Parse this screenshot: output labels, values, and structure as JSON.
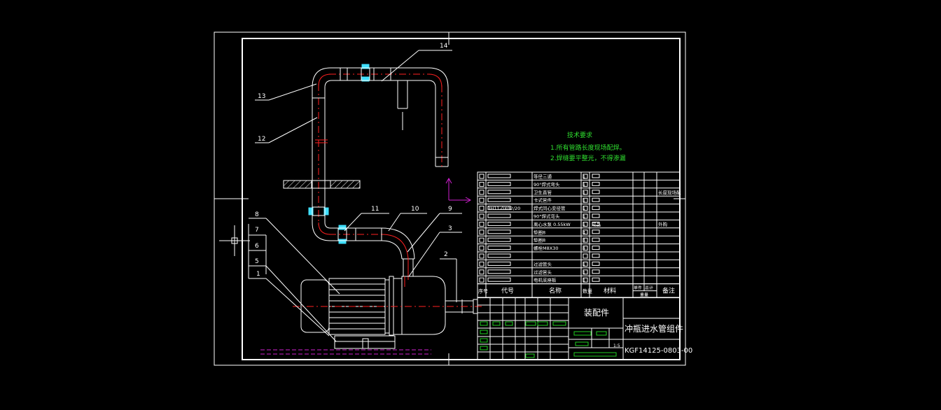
{
  "leader_labels": [
    "1",
    "2",
    "3",
    "5",
    "6",
    "7",
    "8",
    "9",
    "10",
    "11",
    "12",
    "13",
    "14"
  ],
  "tech_requirements": {
    "heading": "技术要求",
    "lines": [
      "1.所有管路长度现场配焊。",
      "2.焊缝要平整光，不得渗漏"
    ]
  },
  "bom": {
    "rows": [
      {
        "code": "",
        "name": "等径三通",
        "qty": "1",
        "material": "",
        "note": ""
      },
      {
        "code": "",
        "name": "90°焊式弯头",
        "qty": "1",
        "material": "",
        "note": ""
      },
      {
        "code": "",
        "name": "卫生直管",
        "qty": "1",
        "material": "",
        "note": "长度现场配"
      },
      {
        "code": "",
        "name": "卡式管件",
        "qty": "1",
        "material": "",
        "note": ""
      },
      {
        "code": "BH11-0X02/20",
        "name": "焊式同心变径管",
        "qty": "1",
        "material": "",
        "note": ""
      },
      {
        "code": "",
        "name": "90°焊式弯头",
        "qty": "1",
        "material": "",
        "note": ""
      },
      {
        "code": "",
        "name": "离心水泵 0.55kW",
        "qty": "1",
        "material": "成品",
        "note": "外购"
      },
      {
        "code": "",
        "name": "垫圈8",
        "qty": "4",
        "material": "",
        "note": ""
      },
      {
        "code": "",
        "name": "垫圈8",
        "qty": "4",
        "material": "",
        "note": ""
      },
      {
        "code": "",
        "name": "螺栓M8X30",
        "qty": "4",
        "material": "",
        "note": ""
      },
      {
        "code": "",
        "name": "",
        "qty": "",
        "material": "",
        "note": ""
      },
      {
        "code": "",
        "name": "过滤管头",
        "qty": "1",
        "material": "",
        "note": ""
      },
      {
        "code": "",
        "name": "过滤管头",
        "qty": "1",
        "material": "",
        "note": ""
      },
      {
        "code": "",
        "name": "电机底座板",
        "qty": "1",
        "material": "",
        "note": ""
      }
    ],
    "header": {
      "seq": "序号",
      "code": "代号",
      "name": "名称",
      "qty": "数量",
      "material": "材料",
      "unit_weight": "单件",
      "total_weight": "总计",
      "weight": "重量",
      "note": "备注"
    }
  },
  "title_block": {
    "drawing_type": "装配件",
    "title": "冲瓶进水管组件",
    "drawing_number": "KGF14125-0803-00",
    "scale": "1:5"
  },
  "colors": {
    "line": "#ffffff",
    "centerline": "#ff2020",
    "annotation": "#30e030",
    "clamp": "#40e0ff",
    "axis_marker": "#d020d0"
  }
}
